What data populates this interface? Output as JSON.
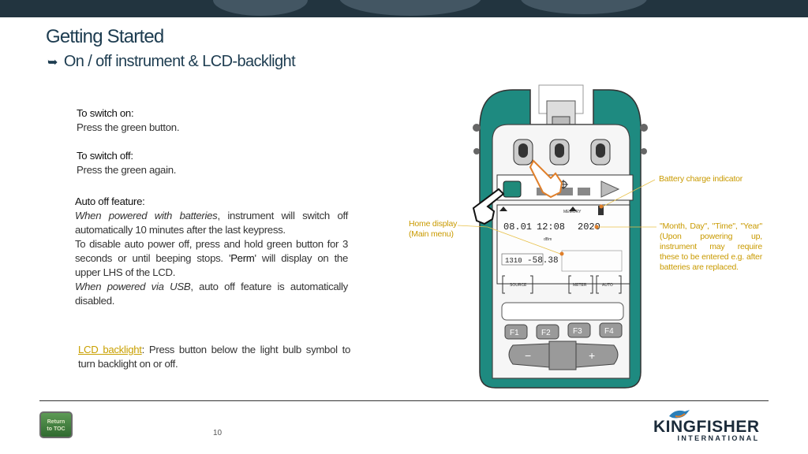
{
  "header": {
    "title": "Getting Started",
    "subtitle_arrow": "➥",
    "subtitle": "On / off instrument & LCD-backlight"
  },
  "switch_on": {
    "heading": "To switch on:",
    "text": "Press the green button."
  },
  "switch_off": {
    "heading": "To switch off:",
    "text": "Press the green again."
  },
  "auto_off": {
    "heading": "Auto off feature:",
    "p1_italic": "When powered with batteries",
    "p1_rest": ", instrument will switch off automatically 10 minutes after the last keypress.",
    "p2_pre": "To disable auto power off, press and hold green button for 3 seconds or until beeping stops. '",
    "p2_perm": "Perm",
    "p2_post": "' will display on the upper LHS of the LCD.",
    "p3_italic": "When powered via USB",
    "p3_rest": ", auto off feature is automatically disabled."
  },
  "backlight": {
    "label": "LCD backlight",
    "text": ": Press button below the light bulb symbol to turn backlight on or off."
  },
  "callouts": {
    "battery": "Battery charge indicator",
    "home_line1": "Home display",
    "home_line2": "(Main menu)",
    "date_text": "\"Month, Day\", \"Time\", \"Year\" (Upon powering up, instrument may require these to be entered e.g. after batteries are replaced."
  },
  "device": {
    "lcd_date": "08.01",
    "lcd_time": "12:08",
    "lcd_year": "2020",
    "lcd_freq": "1310",
    "lcd_power": "-58.38",
    "lcd_unit": "dBm",
    "memory_label": "MEMORY",
    "source_label": "SOURCE",
    "meter_label": "METER",
    "auto_label": "AUTO",
    "f1": "F1",
    "f2": "F2",
    "f3": "F3",
    "f4": "F4",
    "minus": "−",
    "plus": "+"
  },
  "footer": {
    "toc_line1": "Return",
    "toc_line2": "to TOC",
    "page_number": "10",
    "logo_main": "KINGFISHER",
    "logo_sub": "INTERNATIONAL"
  },
  "colors": {
    "teal": "#1e8a80",
    "callout": "#c99a00",
    "title": "#1d3c50",
    "green_button": "#1f8a7a"
  }
}
